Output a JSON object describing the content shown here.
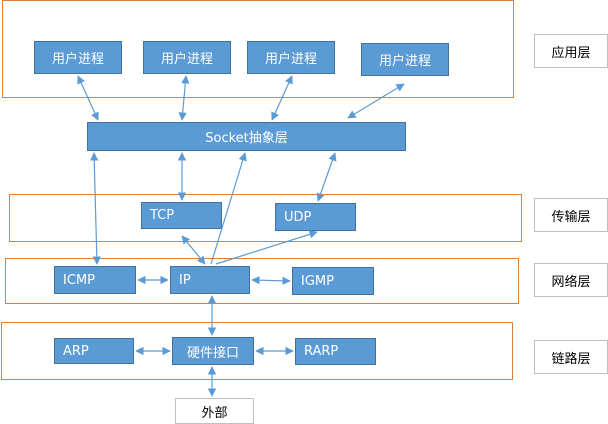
{
  "layers": {
    "application": "应用层",
    "transport": "传输层",
    "network": "网络层",
    "link": "链路层"
  },
  "application": {
    "processes": [
      "用户进程",
      "用户进程",
      "用户进程",
      "用户进程"
    ]
  },
  "socket": "Socket抽象层",
  "transport": {
    "tcp": "TCP",
    "udp": "UDP"
  },
  "network": {
    "icmp": "ICMP",
    "ip": "IP",
    "igmp": "IGMP"
  },
  "link": {
    "arp": "ARP",
    "hw": "硬件接口",
    "rarp": "RARP"
  },
  "external": "外部",
  "colors": {
    "box_fill": "#5b9bd5",
    "layer_border": "#d9803a",
    "arrow": "#5b9bd5"
  }
}
